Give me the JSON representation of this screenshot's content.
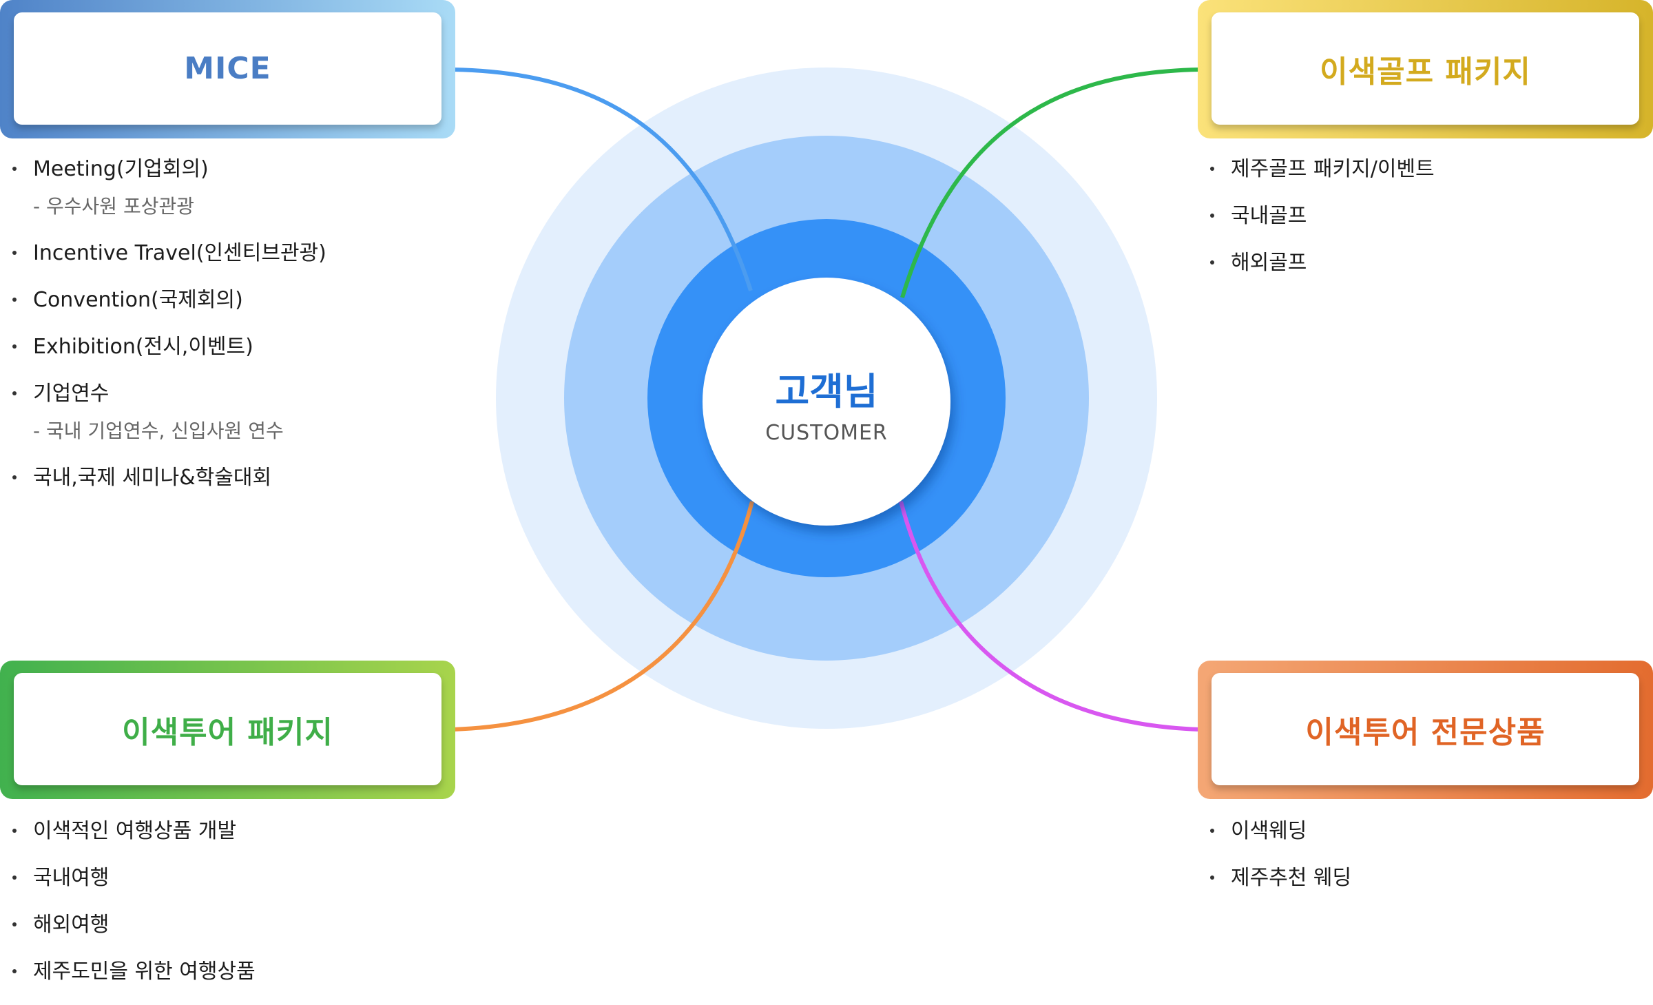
{
  "center": {
    "title": "고객님",
    "subtitle": "CUSTOMER"
  },
  "colors": {
    "ring_outer": "#e3effd",
    "ring_middle": "#a4cdfb",
    "ring_inner": "#3591f7",
    "center_title": "#1e6ed4",
    "mice": "#4a7dc4",
    "golf": "#d3aa1e",
    "tour_package": "#3fae48",
    "tour_special": "#e06425",
    "line_mice": "#4b9cf0",
    "line_golf": "#2db84a",
    "line_tour_package": "#f59140",
    "line_tour_special": "#d857f0"
  },
  "categories": {
    "mice": {
      "title": "MICE",
      "items": [
        {
          "label": "Meeting(기업회의)",
          "sub": "- 우수사원 포상관광"
        },
        {
          "label": "Incentive Travel(인센티브관광)"
        },
        {
          "label": "Convention(국제회의)"
        },
        {
          "label": "Exhibition(전시,이벤트)"
        },
        {
          "label": "기업연수",
          "sub": "- 국내 기업연수, 신입사원 연수"
        },
        {
          "label": "국내,국제 세미나&학술대회"
        }
      ]
    },
    "golf": {
      "title": "이색골프 패키지",
      "items": [
        {
          "label": "제주골프 패키지/이벤트"
        },
        {
          "label": "국내골프"
        },
        {
          "label": "해외골프"
        }
      ]
    },
    "tour_package": {
      "title": "이색투어 패키지",
      "items": [
        {
          "label": "이색적인 여행상품 개발"
        },
        {
          "label": "국내여행"
        },
        {
          "label": "해외여행"
        },
        {
          "label": "제주도민을 위한 여행상품"
        }
      ]
    },
    "tour_special": {
      "title": "이색투어 전문상품",
      "items": [
        {
          "label": "이색웨딩"
        },
        {
          "label": "제주추천 웨딩"
        }
      ]
    }
  }
}
